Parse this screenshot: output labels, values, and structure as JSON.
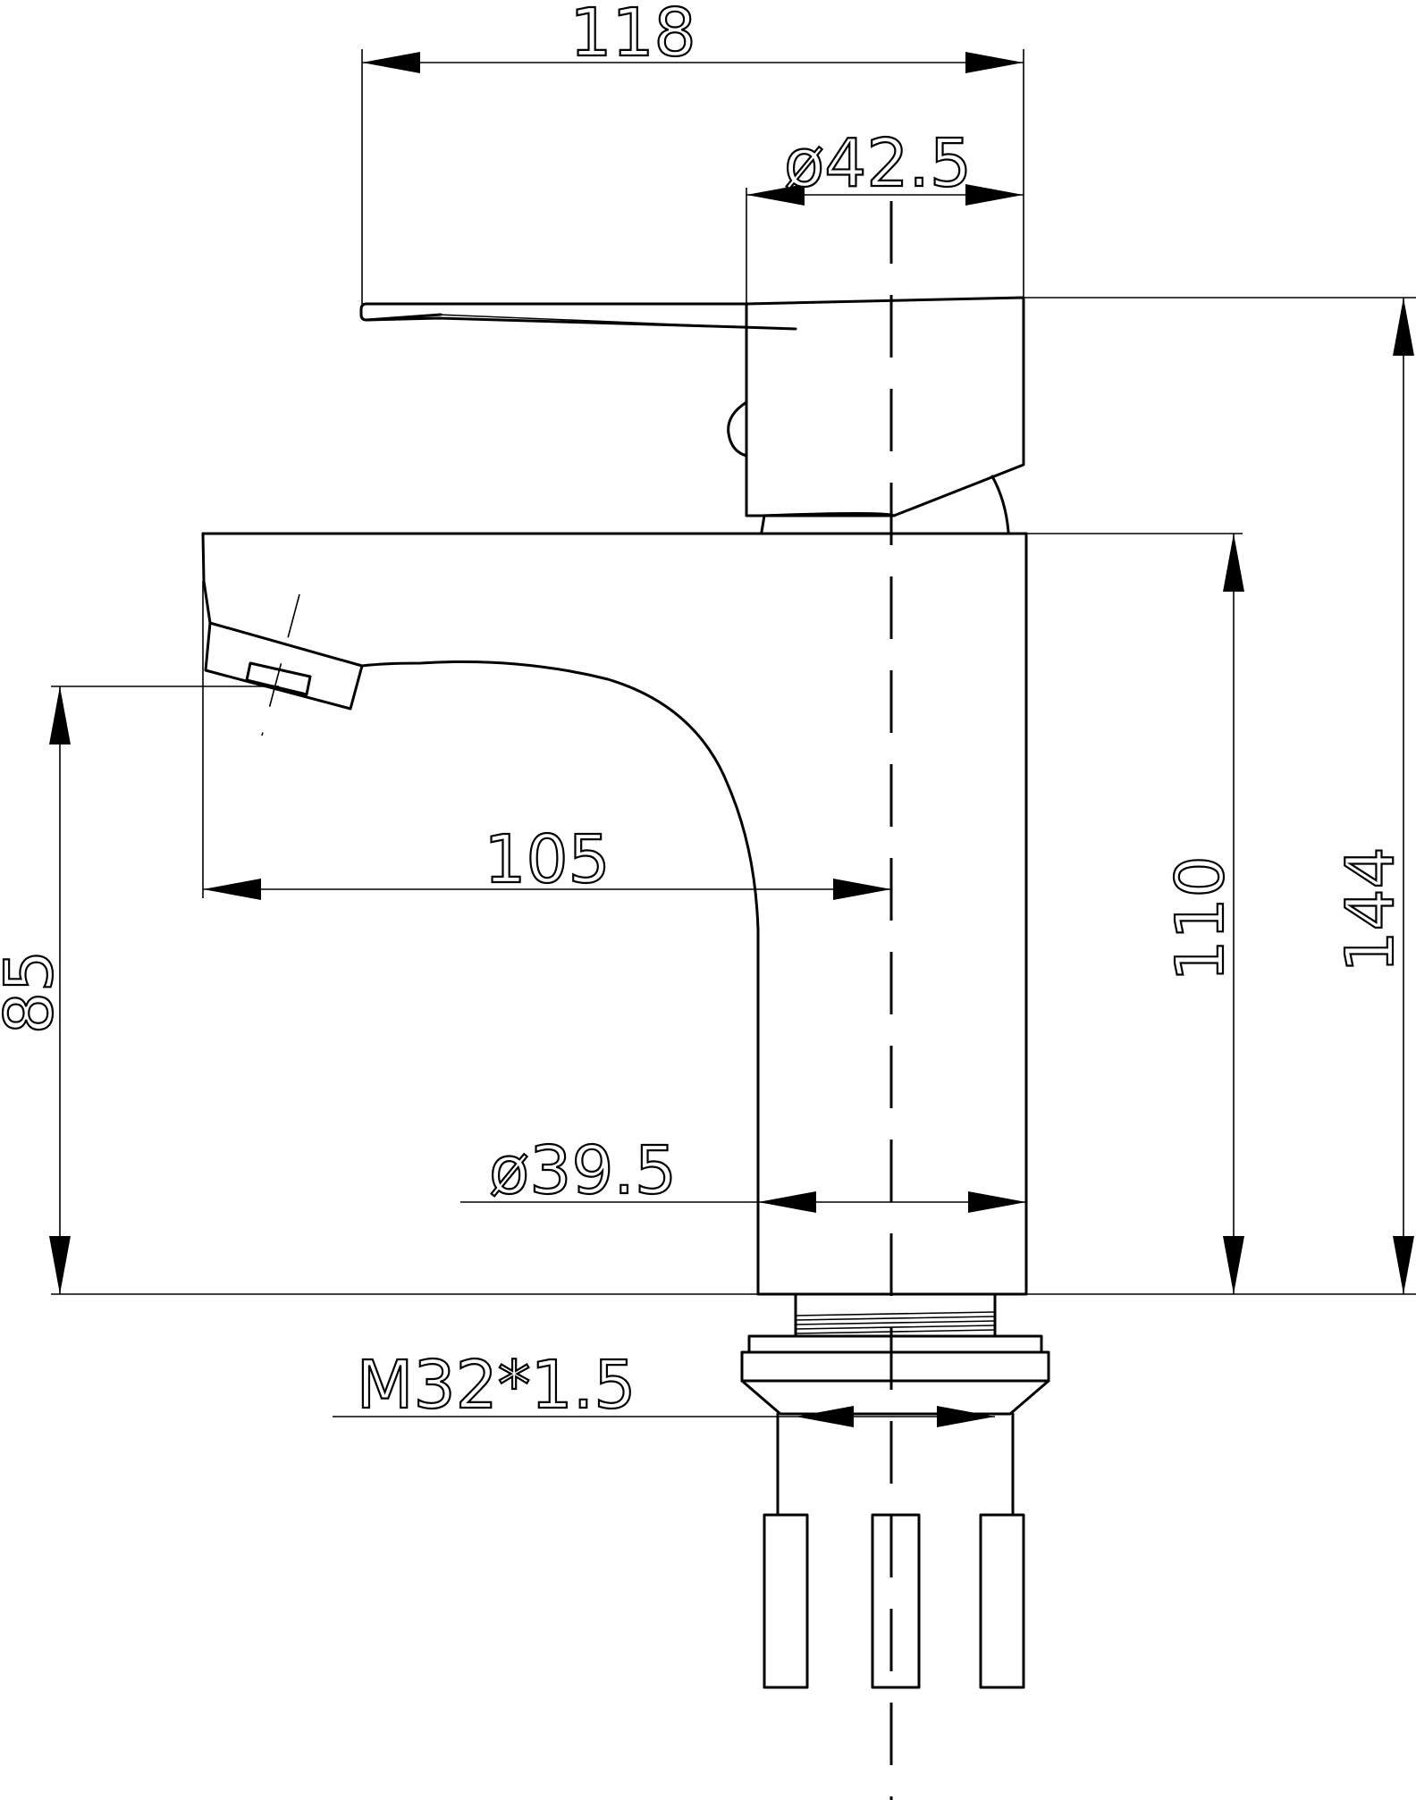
{
  "drawing": {
    "dimensions": {
      "overall_width": "118",
      "handle_diameter": "ø42.5",
      "spout_reach": "105",
      "body_height": "110",
      "total_height": "144",
      "spout_height": "85",
      "body_diameter": "ø39.5",
      "thread": "M32*1.5"
    },
    "colors": {
      "line": "#000000",
      "background": "#ffffff"
    }
  }
}
